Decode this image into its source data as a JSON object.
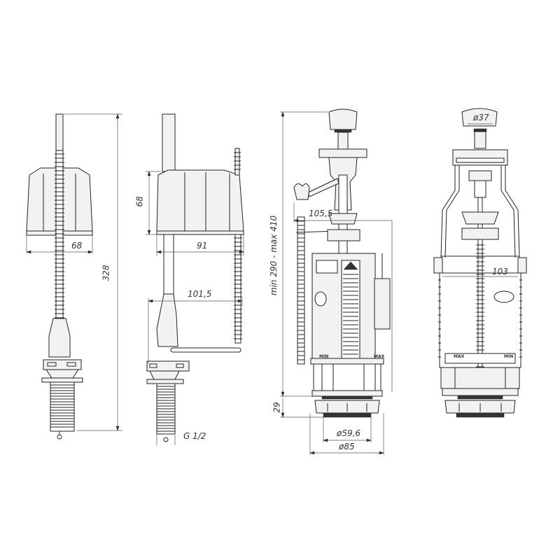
{
  "drawings": [
    {
      "id": "fill-valve-front",
      "description": "Bottom-entry fill valve, front view",
      "dimensions": {
        "float_width": "68",
        "total_height": "328"
      }
    },
    {
      "id": "fill-valve-side",
      "description": "Bottom-entry fill valve, side view",
      "dimensions": {
        "float_height": "68",
        "float_width": "91",
        "arm_reach": "101,5",
        "thread": "G 1/2"
      }
    },
    {
      "id": "flush-valve-side",
      "description": "Push-button flush valve, side view",
      "dimensions": {
        "adjustable_height": "min 290 - max 410",
        "arm_offset": "105,5",
        "thread_height": "29",
        "thread_diameter": "ø59,6",
        "flange_diameter": "ø85"
      },
      "markings": {
        "min": "MIN",
        "max": "MAX"
      }
    },
    {
      "id": "flush-valve-front",
      "description": "Push-button flush valve, front view",
      "dimensions": {
        "button_diameter": "ø37",
        "body_width": "103"
      },
      "markings": {
        "min": "MIN",
        "max": "MAX"
      }
    }
  ],
  "colors": {
    "line": "#222222",
    "dimension_line": "#555555",
    "fill": "#f2f2f2",
    "background": "#ffffff"
  }
}
